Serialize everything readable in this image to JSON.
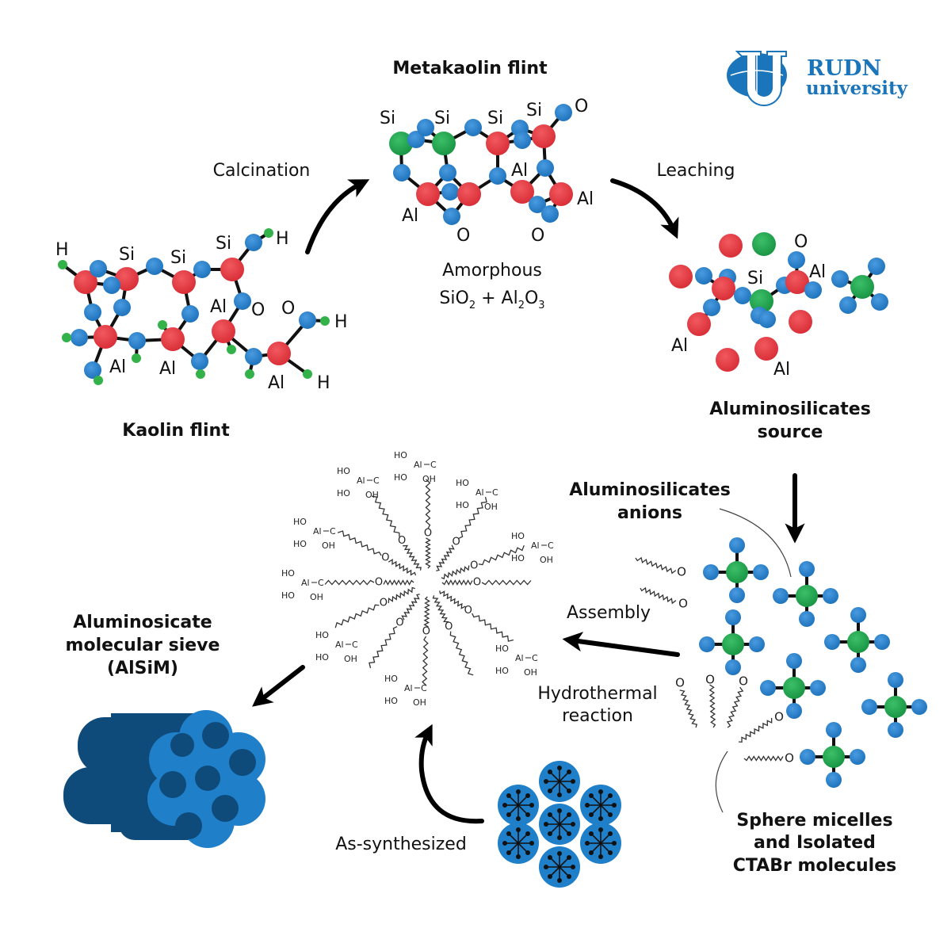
{
  "colors": {
    "oxygen": "#2f86cf",
    "aluminium": "#e8424a",
    "silicon": "#22a852",
    "hydrogen": "#33b24a",
    "sieve_dark": "#0e4a7a",
    "sieve_light": "#1f7fc9",
    "logo_blue": "#1b75bb"
  },
  "logo": {
    "line1": "RUDN",
    "line2": "university"
  },
  "stages": {
    "kaolin": {
      "title": "Kaolin flint",
      "atom_labels": [
        "H",
        "Si",
        "Si",
        "Si",
        "H",
        "Al",
        "O",
        "O",
        "H",
        "Al",
        "Al",
        "Al",
        "H"
      ]
    },
    "metakaolin": {
      "title": "Metakaolin flint",
      "atom_labels": [
        "Si",
        "Si",
        "Si",
        "Si",
        "O",
        "Al",
        "Al",
        "Al",
        "O",
        "O"
      ],
      "caption_line1": "Amorphous",
      "caption_line2": {
        "part1": "SiO",
        "sub1": "2",
        "part2": " + Al",
        "sub2": "2",
        "part3": "O",
        "sub3": "3"
      }
    },
    "source": {
      "title_line1": "Aluminosilicates",
      "title_line2": "source",
      "atom_labels": [
        "O",
        "Si",
        "Al",
        "Al",
        "Al"
      ]
    },
    "anions": {
      "title_line1": "Aluminosilicates",
      "title_line2": "anions"
    },
    "micelles": {
      "title_line1": "Sphere micelles",
      "title_line2": "and Isolated",
      "title_line3": "CTABr molecules"
    },
    "sieve": {
      "title_line1": "Aluminosicate",
      "title_line2": "molecular sieve",
      "title_line3": "(AlSiM)"
    },
    "micelle_center": {
      "group_labels": {
        "ho": "HO",
        "al": "Al",
        "c": "C",
        "oh": "OH",
        "o": "O"
      }
    }
  },
  "process_labels": {
    "calcination": "Calcination",
    "leaching": "Leaching",
    "assembly": "Assembly",
    "hydrothermal_line1": "Hydrothermal",
    "hydrothermal_line2": "reaction",
    "as_synthesized": "As-synthesized"
  },
  "chem_o": "O"
}
